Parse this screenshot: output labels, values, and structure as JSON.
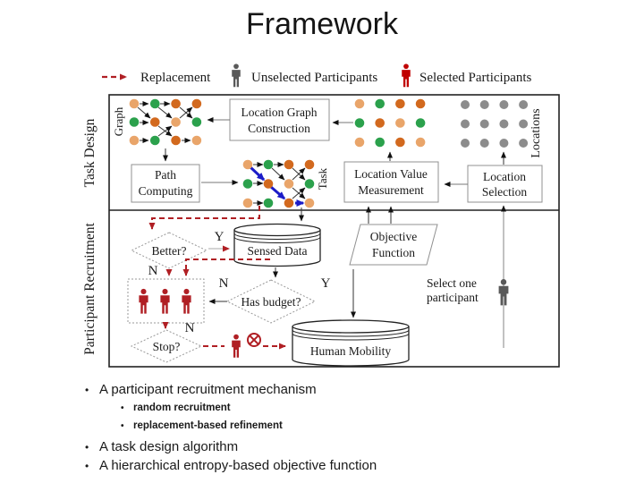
{
  "title": "Framework",
  "legend": {
    "replacement": "Replacement",
    "unselected": "Unselected Participants",
    "selected": "Selected Participants"
  },
  "diagram": {
    "section_task_design": "Task Design",
    "section_participant_recruitment": "Participant Recruitment",
    "label_graph": "Graph",
    "label_task": "Task",
    "label_locations": "Locations",
    "lgc_line1": "Location Graph",
    "lgc_line2": "Construction",
    "pc_line1": "Path",
    "pc_line2": "Computing",
    "lvm_line1": "Location Value",
    "lvm_line2": "Measurement",
    "ls_line1": "Location",
    "ls_line2": "Selection",
    "of_line1": "Objective",
    "of_line2": "Function",
    "sensed_data": "Sensed Data",
    "human_mobility": "Human Mobility",
    "better": "Better?",
    "has_budget": "Has budget?",
    "stop": "Stop?",
    "select_line1": "Select one",
    "select_line2": "participant",
    "better_y": "Y",
    "better_n": "N",
    "budget_n": "N",
    "budget_y": "Y",
    "stop_n": "N",
    "colors": {
      "L": "#E9A56A",
      "D": "#D2691E",
      "G": "#2BA14C",
      "N": "#8C8C8C"
    },
    "accent_red": "#B01F24",
    "accent_blue": "#1C1CC8",
    "grids": {
      "colored": [
        [
          "L",
          "G",
          "D",
          "D"
        ],
        [
          "G",
          "D",
          "L",
          "G"
        ],
        [
          "L",
          "G",
          "D",
          "L"
        ]
      ],
      "gray": [
        [
          "N",
          "N",
          "N",
          "N"
        ],
        [
          "N",
          "N",
          "N",
          "N"
        ],
        [
          "N",
          "N",
          "N",
          "N"
        ]
      ]
    }
  },
  "bullets": {
    "b1": "A participant recruitment mechanism",
    "b1a": "random recruitment",
    "b1b": "replacement-based refinement",
    "b2": "A task design algorithm",
    "b3": "A hierarchical entropy-based objective function"
  }
}
